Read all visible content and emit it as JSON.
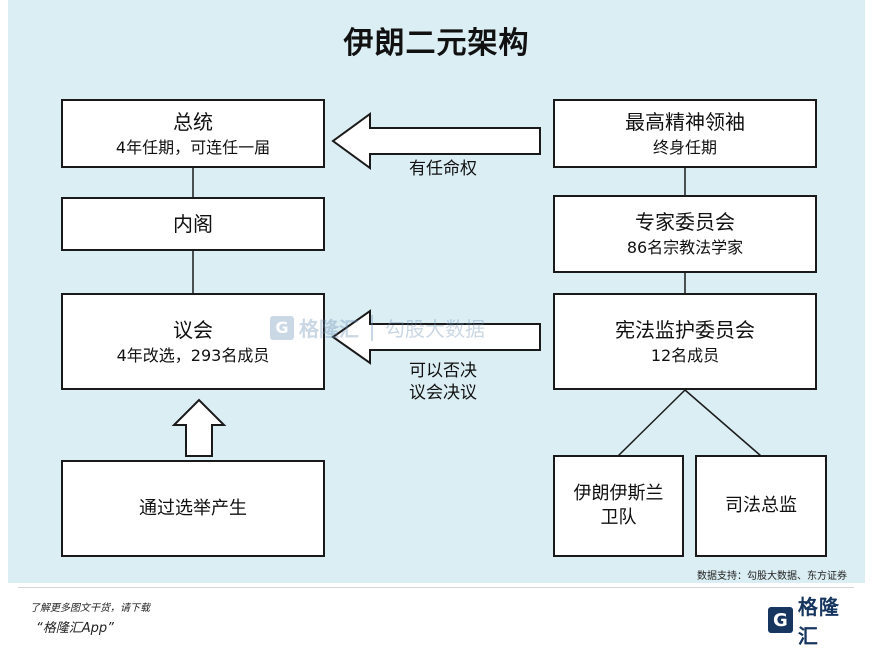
{
  "title": "伊朗二元架构",
  "left": {
    "president": {
      "main": "总统",
      "sub": "4年任期，可连任一届"
    },
    "cabinet": {
      "main": "内阁"
    },
    "parliament": {
      "main": "议会",
      "sub": "4年改选，293名成员"
    },
    "election": {
      "main": "通过选举产生"
    }
  },
  "right": {
    "supreme_leader": {
      "main": "最高精神领袖",
      "sub": "终身任期"
    },
    "assembly_of_experts": {
      "main": "专家委员会",
      "sub": "86名宗教法学家"
    },
    "guardian_council": {
      "main": "宪法监护委员会",
      "sub": "12名成员"
    },
    "irgc": {
      "line1": "伊朗伊斯兰",
      "line2": "卫队"
    },
    "judiciary": {
      "main": "司法总监"
    }
  },
  "captions": {
    "appoint": "有任命权",
    "veto_line1": "可以否决",
    "veto_line2": "议会决议"
  },
  "watermark": {
    "brand": "格隆汇",
    "tagline": "勾股大数据"
  },
  "footer": {
    "source": "数据支持：勾股大数据、东方证券",
    "promo_line1": "了解更多图文干货，请下载",
    "promo_line2": "“格隆汇App”",
    "brand_logo": "G",
    "brand_name": "格隆汇"
  },
  "colors": {
    "panel": "#dbeef4",
    "border": "#1a1a1a",
    "brand": "#16355f"
  }
}
